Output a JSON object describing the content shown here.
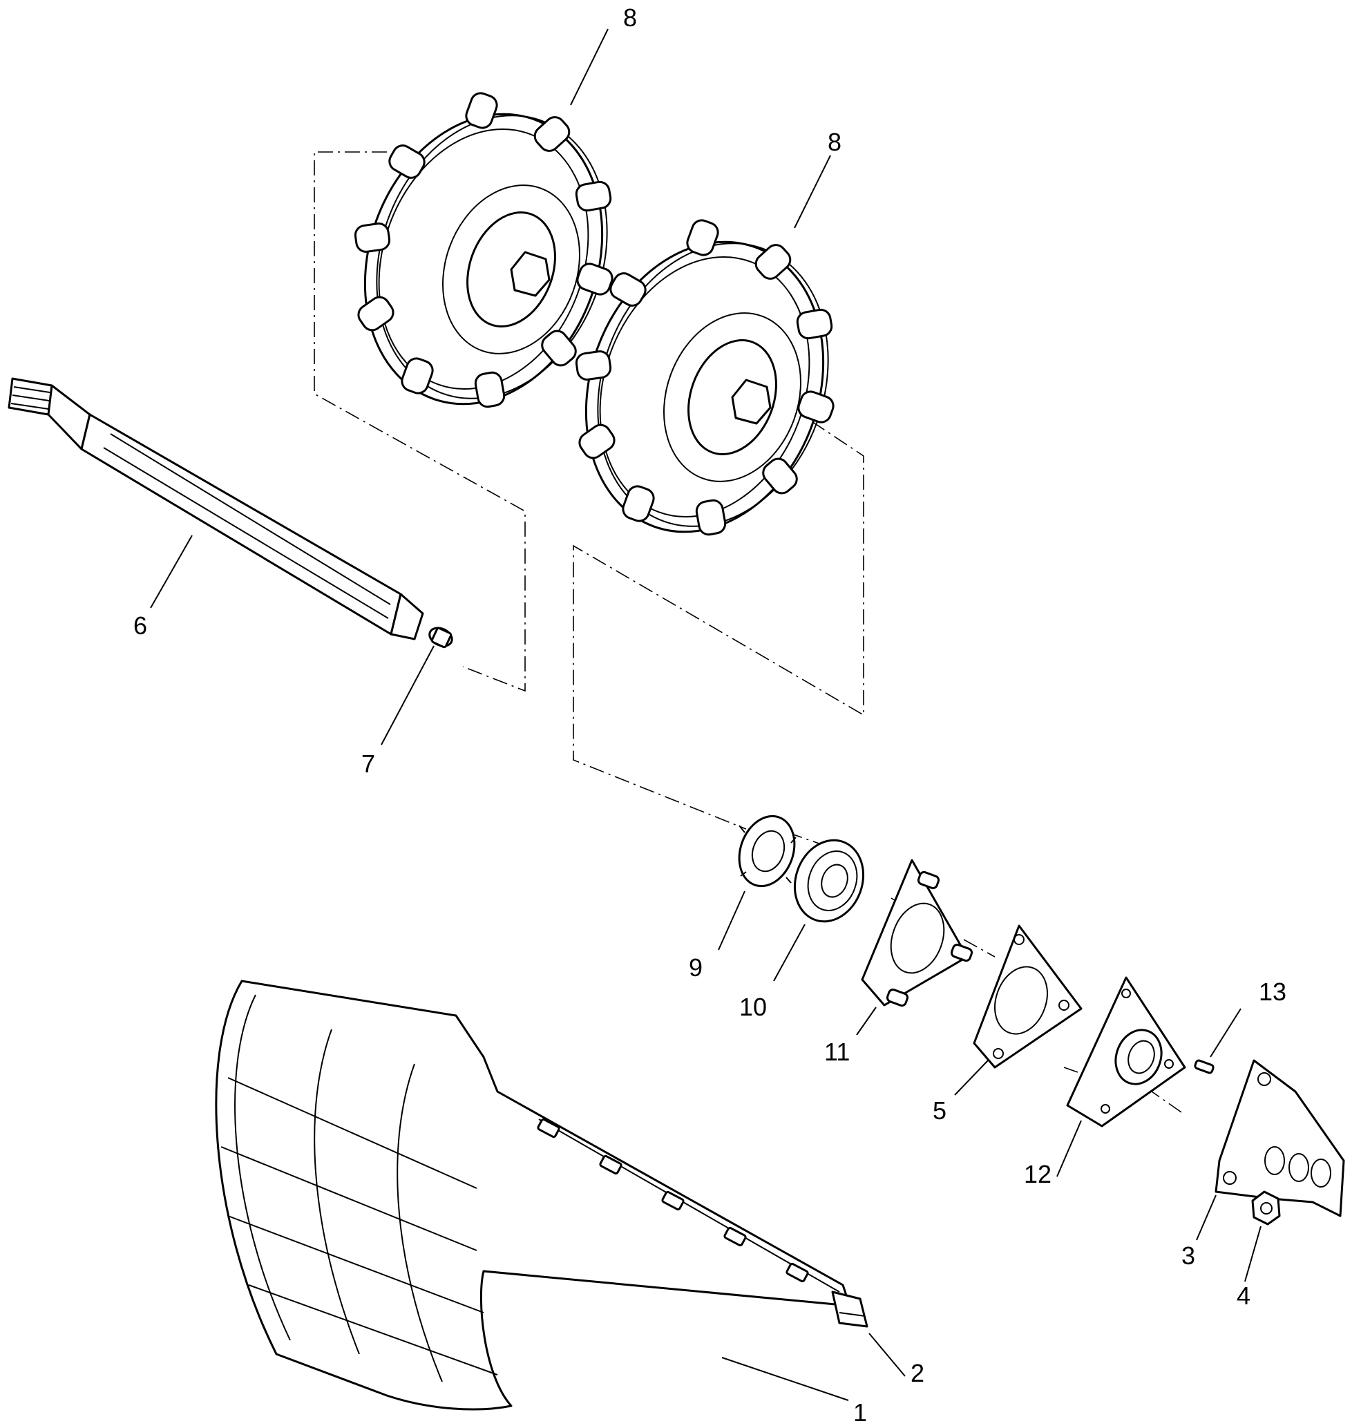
{
  "diagram": {
    "callouts": {
      "c1": "1",
      "c2": "2",
      "c3": "3",
      "c4": "4",
      "c5": "5",
      "c6": "6",
      "c7": "7",
      "c8a": "8",
      "c8b": "8",
      "c9": "9",
      "c10": "10",
      "c11": "11",
      "c12": "12",
      "c13": "13"
    }
  }
}
